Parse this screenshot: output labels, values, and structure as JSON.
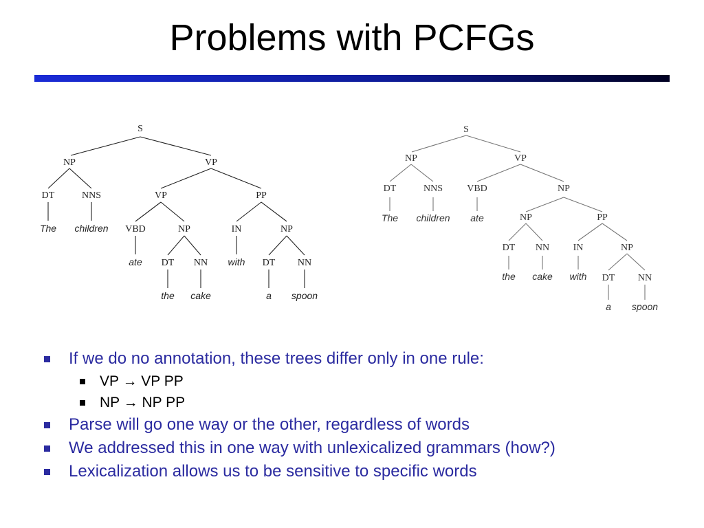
{
  "slide": {
    "title": "Problems with PCFGs"
  },
  "tree_left": {
    "labels": {
      "S": "S",
      "NP": "NP",
      "VP": "VP",
      "DT": "DT",
      "NNS": "NNS",
      "VP2": "VP",
      "PP": "PP",
      "VBD": "VBD",
      "NP2": "NP",
      "IN": "IN",
      "NP3": "NP",
      "DT2": "DT",
      "NN": "NN",
      "DT3": "DT",
      "NN2": "NN"
    },
    "words": {
      "The": "The",
      "children": "children",
      "ate": "ate",
      "with": "with",
      "the": "the",
      "cake": "cake",
      "a": "a",
      "spoon": "spoon"
    }
  },
  "tree_right": {
    "labels": {
      "S": "S",
      "NP": "NP",
      "VP": "VP",
      "DT": "DT",
      "NNS": "NNS",
      "VBD": "VBD",
      "NP2": "NP",
      "NP3": "NP",
      "PP": "PP",
      "DT2": "DT",
      "NN": "NN",
      "IN": "IN",
      "NP4": "NP",
      "DT3": "DT",
      "NN2": "NN"
    },
    "words": {
      "The": "The",
      "children": "children",
      "ate": "ate",
      "the": "the",
      "cake": "cake",
      "with": "with",
      "a": "a",
      "spoon": "spoon"
    }
  },
  "bullets": [
    {
      "text": "If we do no annotation, these trees differ only in one rule:"
    },
    {
      "text": "VP → VP PP"
    },
    {
      "text": "NP → NP PP"
    },
    {
      "text": "Parse will go one way or the other, regardless of words"
    },
    {
      "text": "We addressed this in one way with unlexicalized grammars (how?)"
    },
    {
      "text": "Lexicalization allows us to be sensitive to specific words"
    }
  ]
}
